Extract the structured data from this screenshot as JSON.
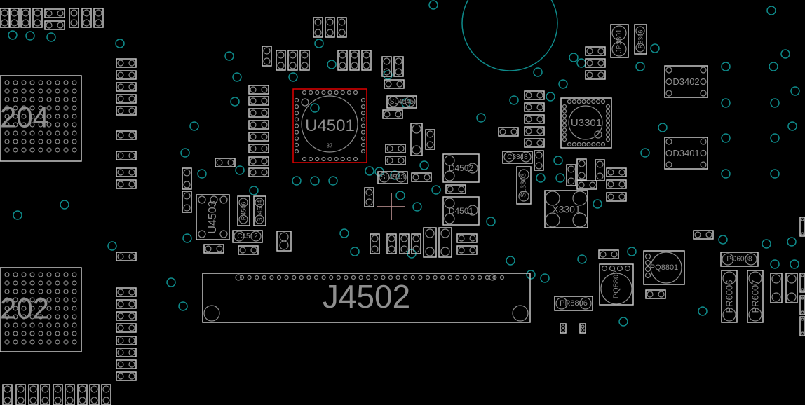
{
  "viewer": {
    "selected_component": "U4501",
    "pin_marker": "37",
    "colors": {
      "background": "#000000",
      "outline": "#c8c8c8",
      "via": "#0e8a8a",
      "selection": "#e00000",
      "cursor": "#c89a9a"
    }
  },
  "components": {
    "u4501": "U4501",
    "u3301": "U3301",
    "j4502": "J4502",
    "u204": "204",
    "u202": "202",
    "d3402": "D3402",
    "d3401": "D3401",
    "d4502": "D4502",
    "d4501": "D4501",
    "u4503": "U4503",
    "x3301": "X3301",
    "pq8801": "PQ8801",
    "pq8802": "PQ8802",
    "pr8806": "PR8806",
    "pc6008": "PC6008",
    "pr6006": "PR6006",
    "pr6007": "PR6007",
    "jp3301": "JP3301",
    "r3306": "R3306",
    "sl4545": "SL4545",
    "sl4543": "SL4543",
    "c4512": "C4512",
    "c3348": "C3348",
    "sl3303": "SL3303",
    "r4506": "R4506",
    "sl4504": "SL4504"
  }
}
